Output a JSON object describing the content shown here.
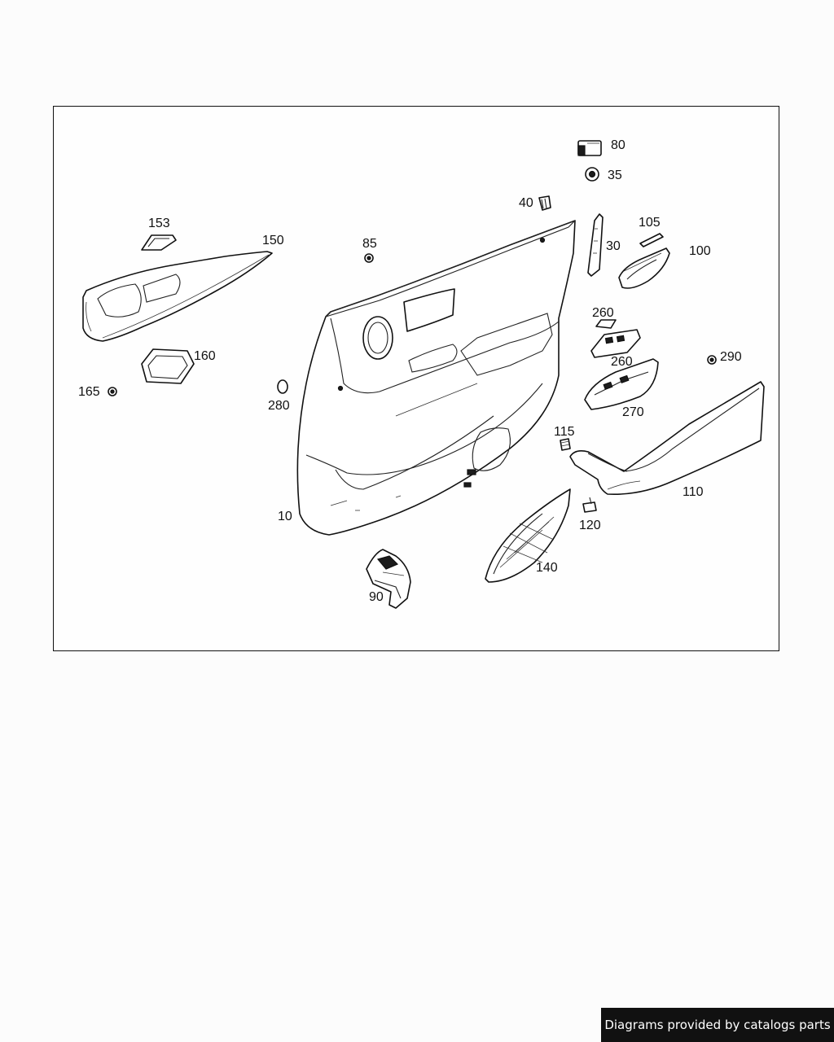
{
  "diagram": {
    "callouts": [
      "80",
      "35",
      "40",
      "105",
      "30",
      "100",
      "153",
      "150",
      "85",
      "260",
      "260",
      "290",
      "160",
      "165",
      "280",
      "270",
      "115",
      "110",
      "10",
      "120",
      "140",
      "90"
    ]
  },
  "footer": {
    "credit": "Diagrams provided by catalogs parts"
  }
}
